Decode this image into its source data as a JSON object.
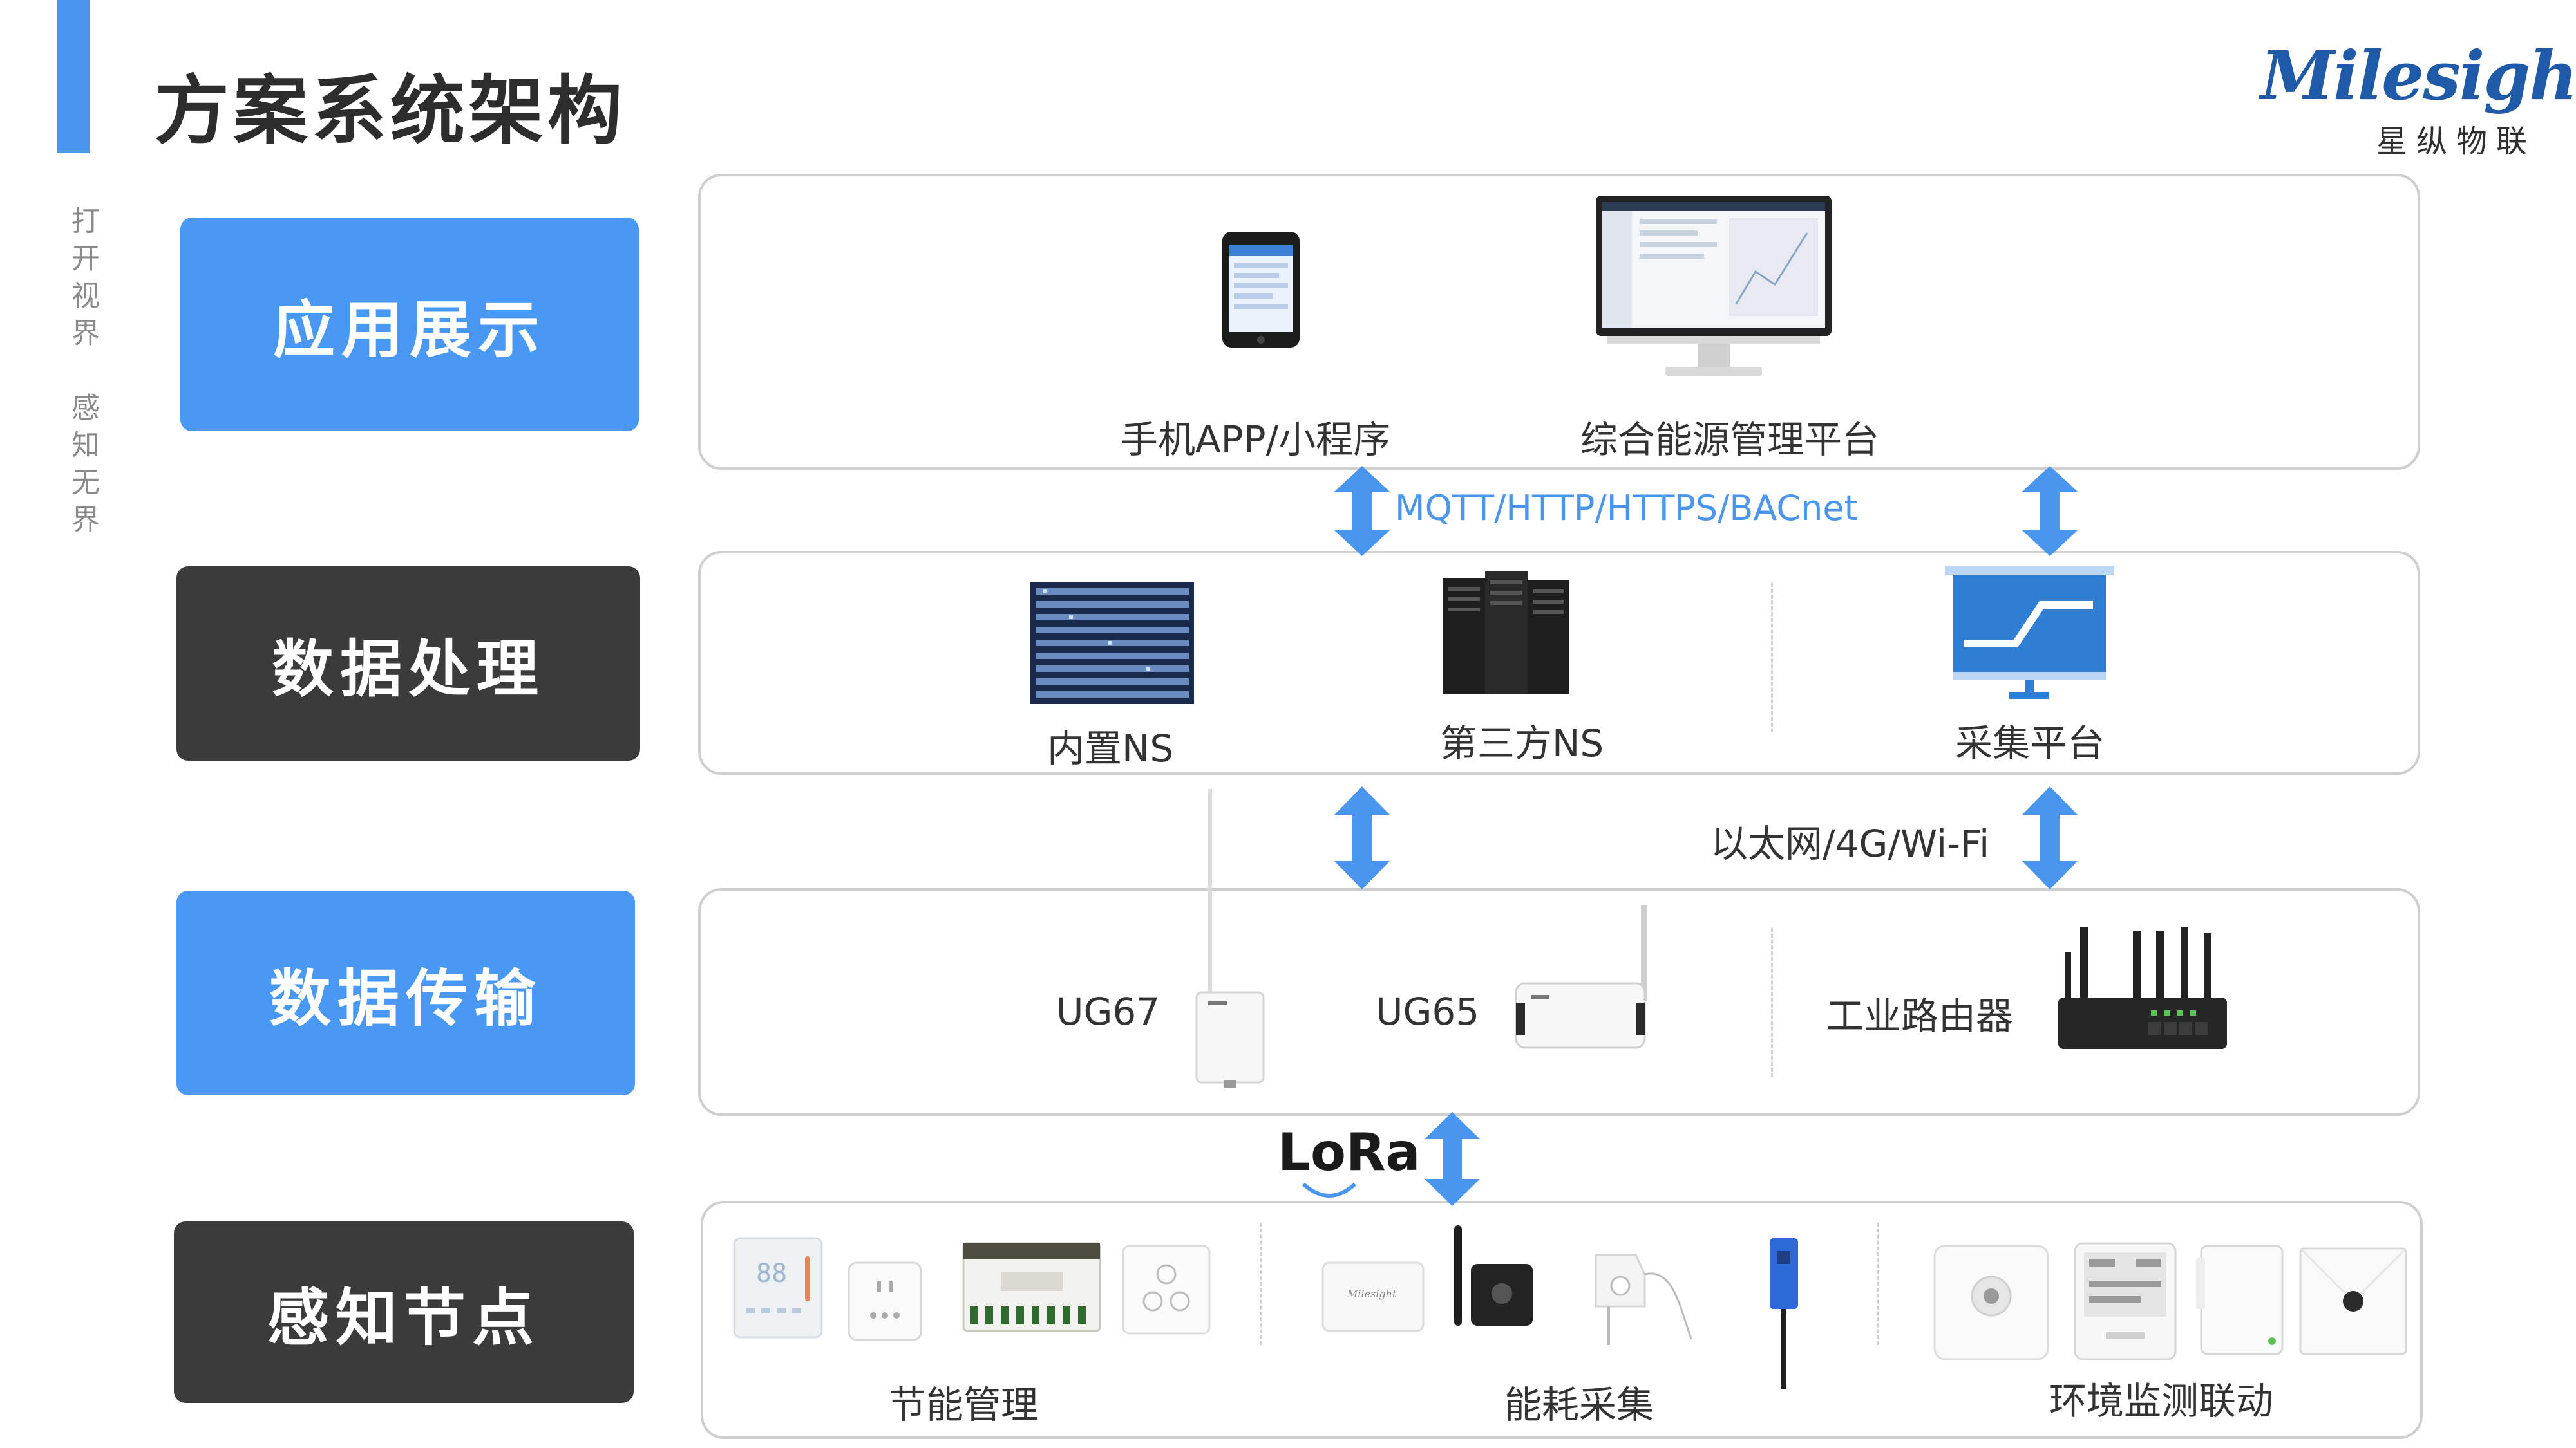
{
  "page": {
    "title": "方案系统架构",
    "slogan_1": "打开视界",
    "slogan_2": "感知无界"
  },
  "logo": {
    "wordmark": "Milesight",
    "subtitle": "星纵物联"
  },
  "layers": {
    "app": {
      "label": "应用展示",
      "items": [
        "手机APP/小程序",
        "综合能源管理平台"
      ]
    },
    "processing": {
      "label": "数据处理",
      "items": [
        "内置NS",
        "第三方NS",
        "采集平台"
      ]
    },
    "transport": {
      "label": "数据传输",
      "items": [
        "UG67",
        "UG65",
        "工业路由器"
      ]
    },
    "sensing": {
      "label": "感知节点",
      "groups": [
        "节能管理",
        "能耗采集",
        "环境监测联动"
      ]
    }
  },
  "links": {
    "app_processing": "MQTT/HTTP/HTTPS/BACnet",
    "processing_transport": "以太网/4G/Wi-Fi",
    "transport_sensing": "LoRa"
  },
  "device_badges": {
    "milesight_small": "Milesight",
    "thermostat_reading": "88"
  },
  "colors": {
    "accent": "#4898f4",
    "dark": "#3b3b3b",
    "arrow": "#4a96ee",
    "panel_border": "#cfcfcf"
  },
  "icons": [
    "phone-icon",
    "monitor-icon",
    "server-rack-icon",
    "server-tower-icon",
    "chart-screen-icon",
    "gateway-ug67-icon",
    "gateway-ug65-icon",
    "router-icon",
    "thermostat-icon",
    "socket-icon",
    "controller-icon",
    "switch-panel-icon",
    "meter-icon",
    "antenna-sensor-icon",
    "ct-clamp-icon",
    "probe-icon",
    "motion-sensor-icon",
    "air-quality-display-icon",
    "ambient-sensor-icon",
    "wall-sensor-icon"
  ]
}
